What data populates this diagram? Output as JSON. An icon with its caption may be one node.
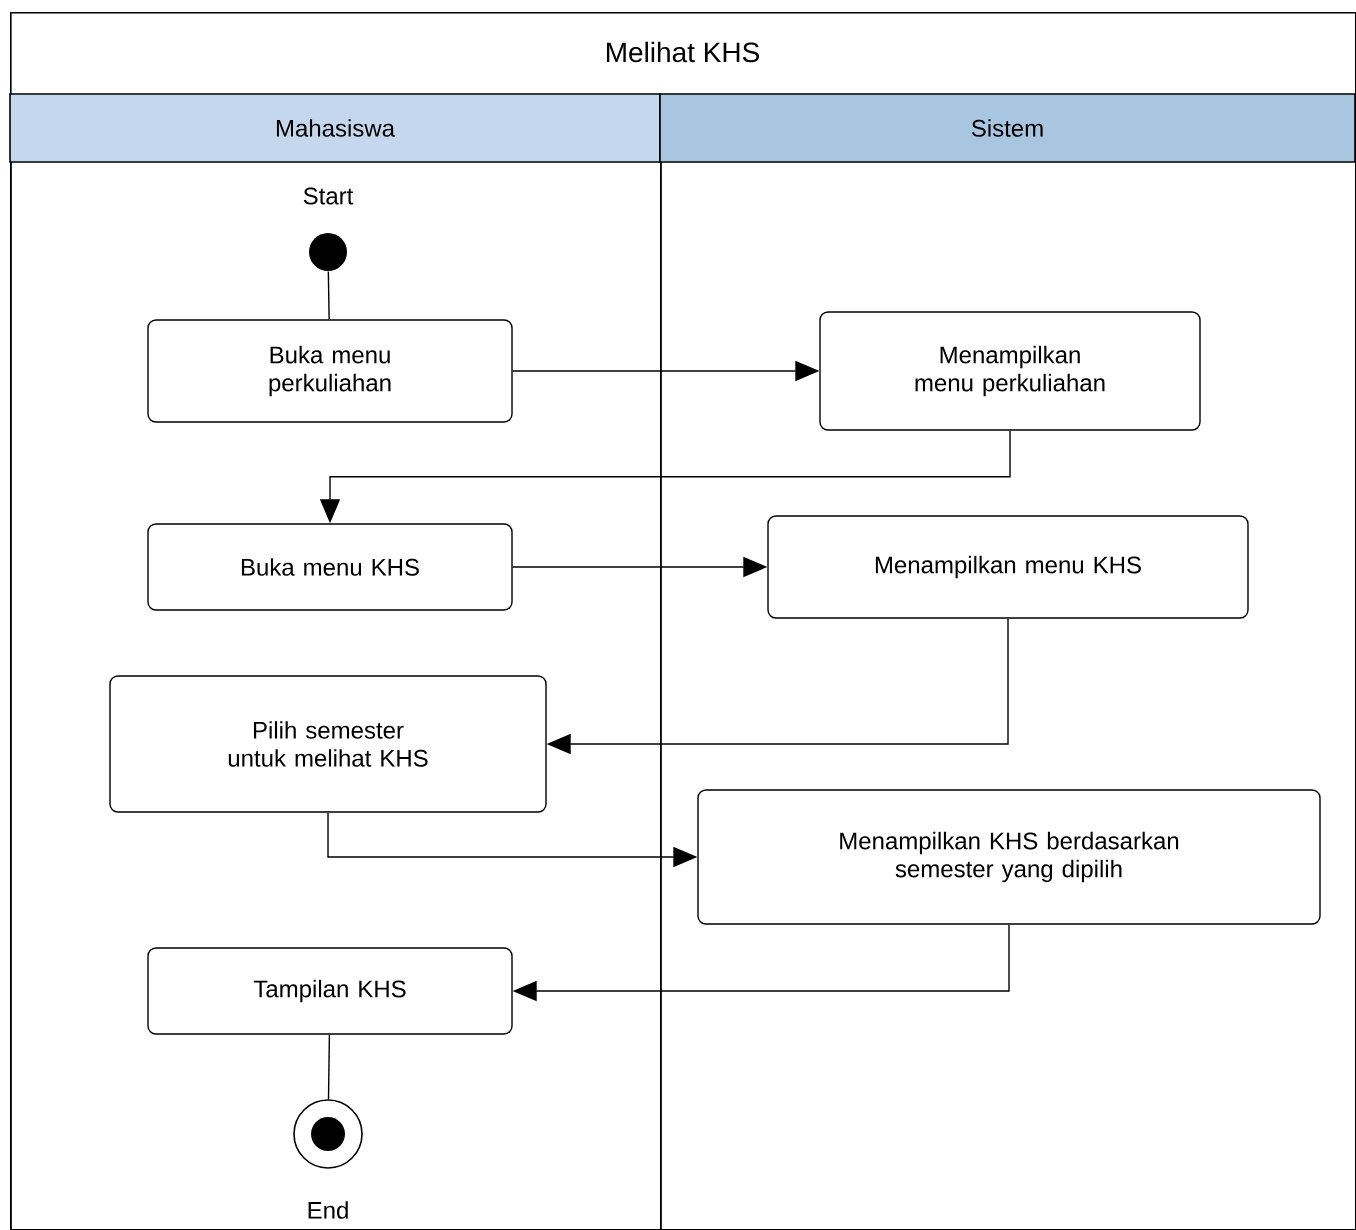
{
  "diagram": {
    "nodes": [
      {
        "text": [
          "Melihat KHS"
        ]
      },
      {
        "text": [
          "Mahasiswa"
        ],
        "in": 0
      },
      {
        "text": [
          "Sistem"
        ],
        "in": 0
      },
      {
        "text": [],
        "shape": "circle",
        "beside": [
          "Start"
        ],
        "in": 1
      },
      {
        "text": [
          "Buka menu perkuliahan"
        ],
        "in": 1
      },
      {
        "text": [
          "Menampilkan menu perkuliahan"
        ],
        "in": 2
      },
      {
        "text": [
          "Buka menu KHS"
        ],
        "in": 1
      },
      {
        "text": [
          "Menampilkan menu KHS"
        ],
        "in": 2
      },
      {
        "text": [
          "Pilih semester untuk melihat KHS"
        ],
        "in": 1
      },
      {
        "text": [
          "Menampilkan KHS berdasarkan semester yang dipilih"
        ],
        "in": 2
      },
      {
        "text": [
          "Tampilan KHS"
        ],
        "in": 1
      },
      {
        "text": [],
        "shape": "end-circle",
        "beside": [
          "End"
        ],
        "in": 1
      }
    ],
    "edges": [
      {
        "from": 3,
        "to": 4,
        "arrow": "none"
      },
      {
        "from": 4,
        "to": 5,
        "arrow": "to"
      },
      {
        "from": 5,
        "to": 6,
        "arrow": "to"
      },
      {
        "from": 6,
        "to": 7,
        "arrow": "to"
      },
      {
        "from": 7,
        "to": 8,
        "arrow": "to"
      },
      {
        "from": 8,
        "to": 9,
        "arrow": "to"
      },
      {
        "from": 9,
        "to": 10,
        "arrow": "to"
      },
      {
        "from": 10,
        "to": 11,
        "arrow": "none"
      }
    ]
  }
}
